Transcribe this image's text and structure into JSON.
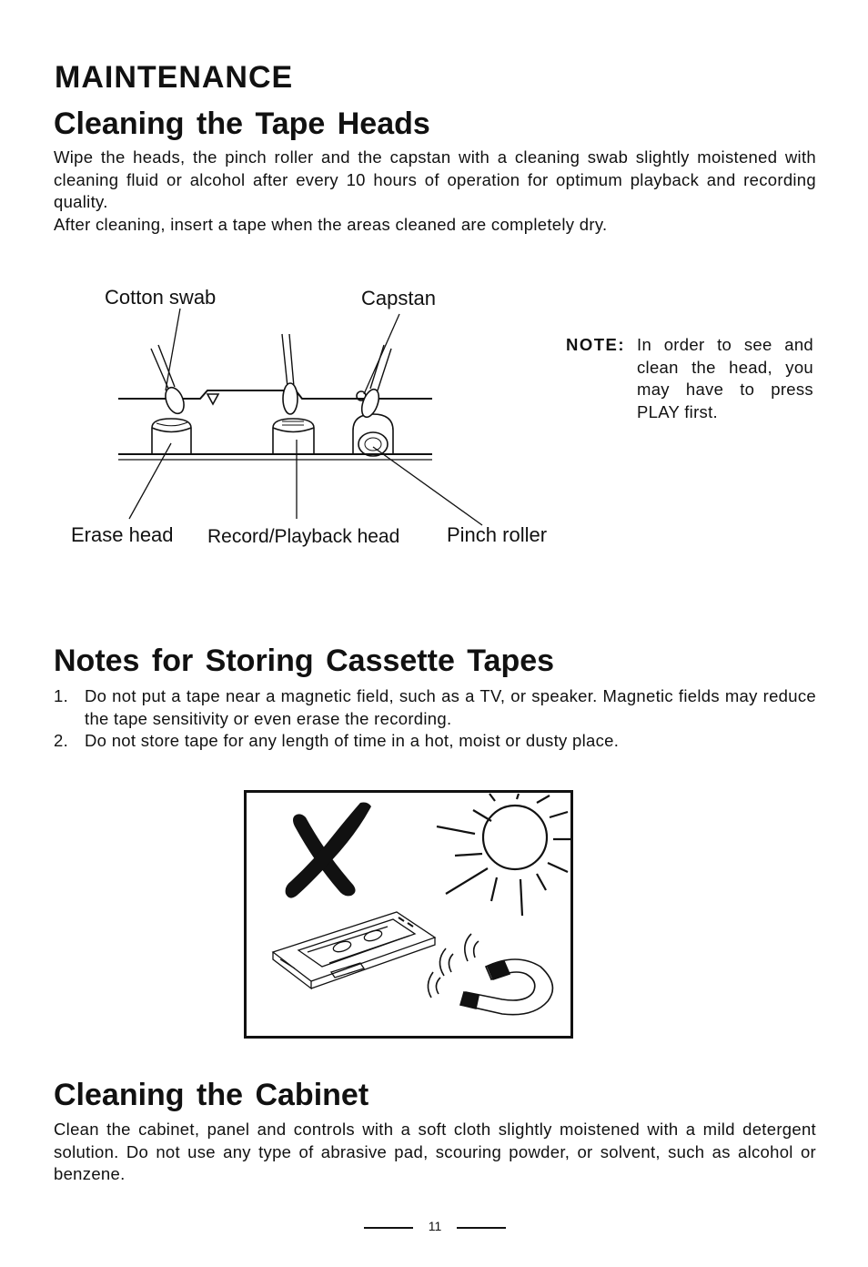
{
  "page": {
    "title": "MAINTENANCE",
    "page_number": "11"
  },
  "tape_heads": {
    "heading": "Cleaning the Tape Heads",
    "paragraph1": "Wipe the heads, the pinch roller and the capstan with a cleaning swab slightly moistened with cleaning fluid or alcohol after every 10 hours of operation for optimum playback and recording quality.",
    "paragraph2": "After cleaning, insert a tape when the areas cleaned are completely dry.",
    "diagram_labels": {
      "cotton_swab": "Cotton swab",
      "capstan": "Capstan",
      "erase_head": "Erase head",
      "record_playback_head": "Record/Playback head",
      "pinch_roller": "Pinch roller"
    },
    "note": {
      "label": "NOTE:",
      "text": "In order to see and clean the head, you may have to press PLAY first."
    }
  },
  "storing": {
    "heading": "Notes for Storing Cassette Tapes",
    "items": [
      {
        "number": "1.",
        "text": "Do not put a tape near a magnetic field, such as a TV, or speaker.  Magnetic fields may reduce the tape sensitivity or even erase the recording."
      },
      {
        "number": "2.",
        "text": "Do not store tape for any length of time in a hot, moist or dusty place."
      }
    ]
  },
  "cabinet": {
    "heading": "Cleaning the Cabinet",
    "paragraph": "Clean the cabinet, panel and controls with a soft cloth slightly moistened with a mild detergent solution.  Do not use any type of abrasive pad, scouring powder, or solvent, such as alcohol or benzene."
  },
  "icons": {
    "tape_head_diagram": "tape-head-cleaning-illustration",
    "storage_warning": "storage-warning-illustration",
    "cross_mark": "x-mark-icon",
    "sun": "sun-icon",
    "cassette": "cassette-tape-icon",
    "magnet": "magnet-icon"
  }
}
